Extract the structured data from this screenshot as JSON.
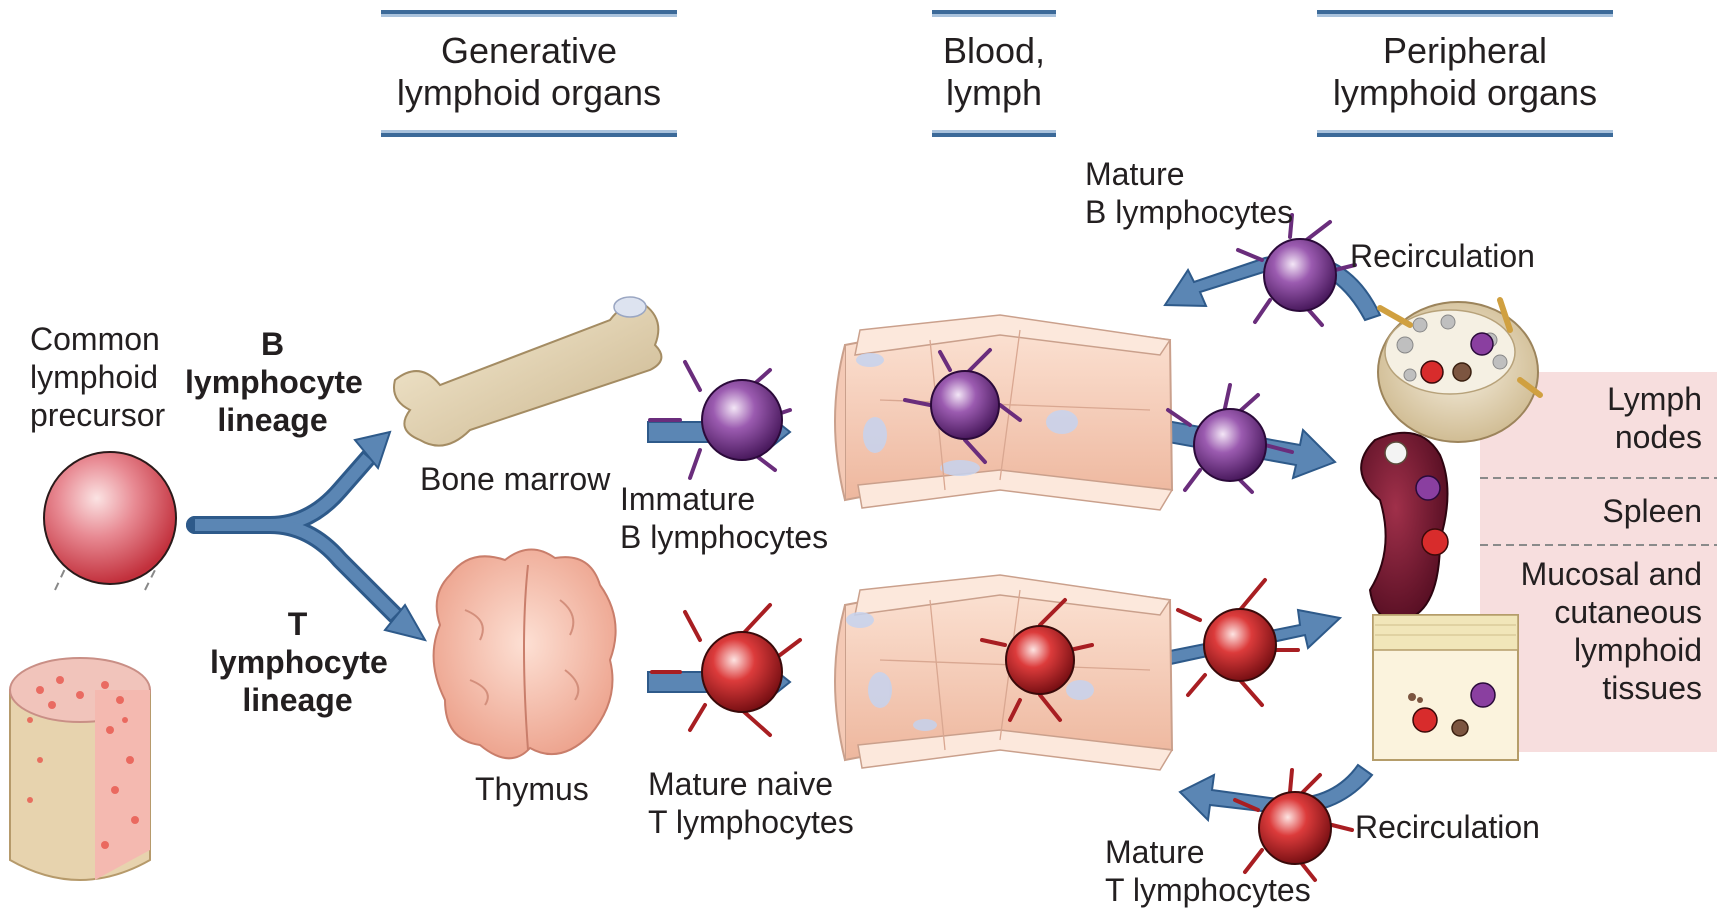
{
  "headers": {
    "generative": [
      "Generative",
      "lymphoid organs"
    ],
    "blood": [
      "Blood,",
      "lymph"
    ],
    "peripheral": [
      "Peripheral",
      "lymphoid organs"
    ]
  },
  "precursor": [
    "Common",
    "lymphoid",
    "precursor"
  ],
  "b_lineage": [
    "B",
    "lymphocyte",
    "lineage"
  ],
  "t_lineage": [
    "T",
    "lymphocyte",
    "lineage"
  ],
  "bone_marrow": "Bone marrow",
  "thymus": "Thymus",
  "immature_b": [
    "Immature",
    "B lymphocytes"
  ],
  "naive_t": [
    "Mature naive",
    "T lymphocytes"
  ],
  "mature_b": [
    "Mature",
    "B lymphocytes"
  ],
  "mature_t": [
    "Mature",
    "T lymphocytes"
  ],
  "recirc_top": "Recirculation",
  "recirc_bottom": "Recirculation",
  "tissues": {
    "lymph_nodes": [
      "Lymph",
      "nodes"
    ],
    "spleen": "Spleen",
    "mucosal": [
      "Mucosal and",
      "cutaneous",
      "lymphoid",
      "tissues"
    ]
  },
  "colors": {
    "arrow": "#5b86b4",
    "arrow_edge": "#2e5a8a",
    "b_cell": "#7b3b8c",
    "t_cell": "#c8262c",
    "vessel": "#f6cdb7",
    "panel": "#f7dede"
  }
}
